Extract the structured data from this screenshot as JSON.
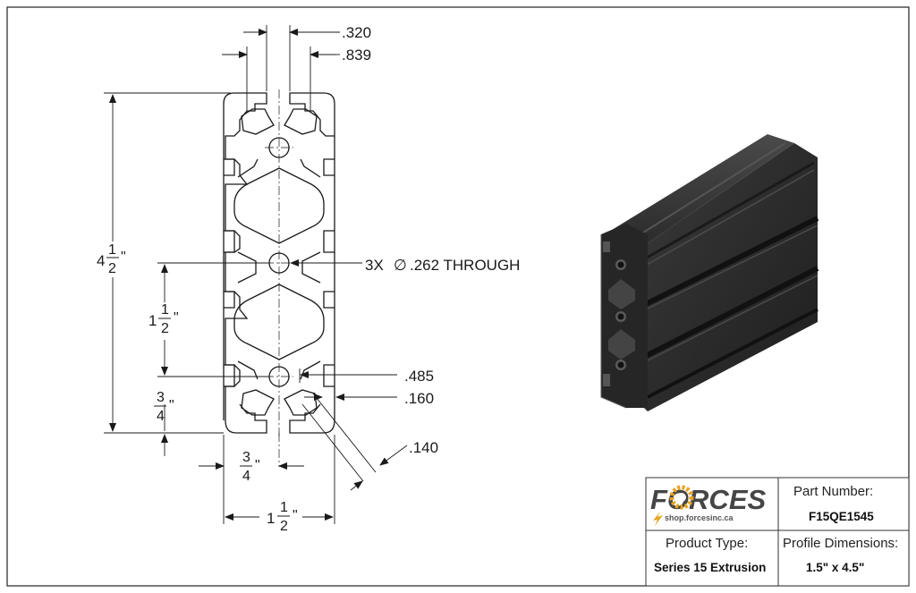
{
  "dimensions": {
    "slot_opening": ".320",
    "slot_inner": ".839",
    "height_whole": "4",
    "height_num": "1",
    "height_den": "2",
    "hole_callout_prefix": "3X",
    "hole_callout_symbol": "∅",
    "hole_callout_value": ".262 THROUGH",
    "pitch_whole": "1",
    "pitch_num": "1",
    "pitch_den": "2",
    "edge_num": "3",
    "edge_den": "4",
    "wall_485": ".485",
    "wall_160": ".160",
    "slot_140": ".140",
    "bottom_edge_num": "3",
    "bottom_edge_den": "4",
    "width_whole": "1",
    "width_num": "1",
    "width_den": "2",
    "inch_mark": "\""
  },
  "title_block": {
    "logo_text": "FORCES",
    "logo_url": "shop.forcesinc.ca",
    "part_number_label": "Part Number:",
    "part_number_value": "F15QE1545",
    "product_type_label": "Product Type:",
    "product_type_value": "Series 15 Extrusion",
    "profile_dimensions_label": "Profile Dimensions:",
    "profile_dimensions_value": "1.5\" x 4.5\""
  },
  "colors": {
    "line": "#1a1a1a",
    "extrusion_dark": "#2b2b2b",
    "extrusion_mid": "#3c3c3c",
    "logo_gear": "#e8a21e"
  }
}
